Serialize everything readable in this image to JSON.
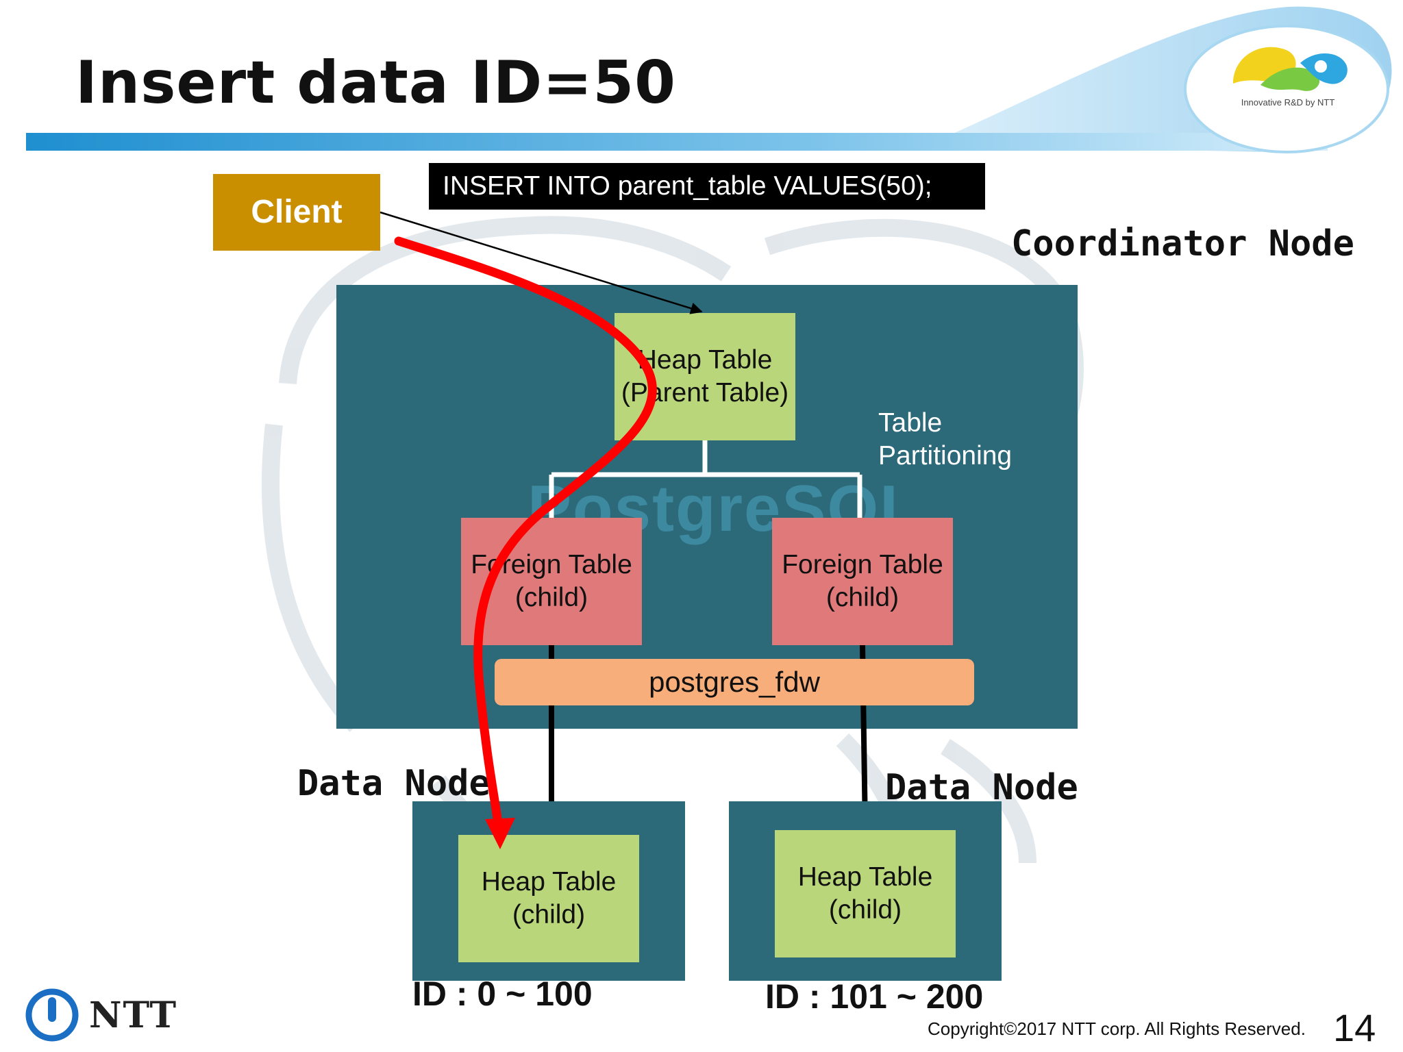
{
  "slide": {
    "title": "Insert data ID=50",
    "sql_statement": "INSERT INTO parent_table VALUES(50);",
    "client_label": "Client",
    "coordinator_label": "Coordinator Node",
    "data_node_label_left": "Data Node",
    "data_node_label_right": "Data Node",
    "watermark_text": "PostgreSQL",
    "heap_parent": {
      "line1": "Heap Table",
      "line2": "(Parent Table)"
    },
    "foreign_left": {
      "line1": "Foreign Table",
      "line2": "(child)"
    },
    "foreign_right": {
      "line1": "Foreign Table",
      "line2": "(child)"
    },
    "fdw_label": "postgres_fdw",
    "partition_label": {
      "line1": "Table",
      "line2": "Partitioning"
    },
    "heap_child_left": {
      "line1": "Heap Table",
      "line2": "(child)"
    },
    "heap_child_right": {
      "line1": "Heap Table",
      "line2": "(child)"
    },
    "id_range_left": "ID : 0 ~ 100",
    "id_range_right": "ID : 101 ~ 200",
    "logo_tagline": "Innovative R&D by NTT",
    "company_logo": "NTT",
    "copyright": "Copyright©2017  NTT corp. All Rights Reserved.",
    "page_number": "14"
  },
  "colors": {
    "teal_node": "#2c6a7a",
    "green_table": "#b9d77a",
    "red_table": "#e07a7a",
    "fdw_orange": "#f8ae7a",
    "client_gold": "#c98f00",
    "arrow_red": "#ff0000",
    "header_blue": "#1f8fd0"
  },
  "icons": [
    "ntt-logo-icon",
    "innovative-rnd-logo-icon"
  ]
}
